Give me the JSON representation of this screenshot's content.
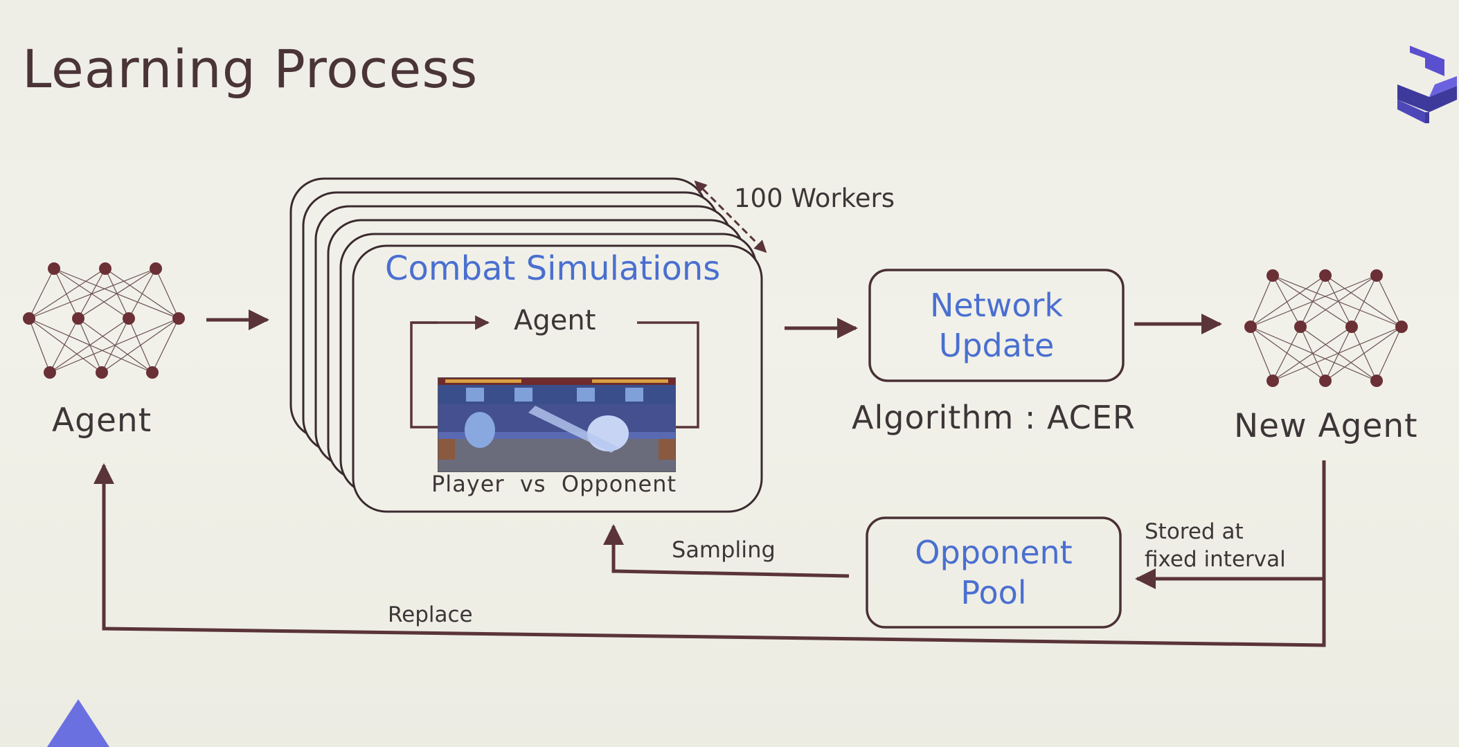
{
  "slide": {
    "title": "Learning Process"
  },
  "diagram": {
    "agent_label": "Agent",
    "workers_label": "100 Workers",
    "simulation": {
      "title": "Combat Simulations",
      "inner_agent_label": "Agent",
      "matchup_label": "Player  vs  Opponent"
    },
    "network_update": {
      "label_line1": "Network",
      "label_line2": "Update"
    },
    "algorithm_label": "Algorithm : ACER",
    "new_agent_label": "New Agent",
    "opponent_pool": {
      "label_line1": "Opponent",
      "label_line2": "Pool"
    },
    "sampling_label": "Sampling",
    "stored_label_line1": "Stored at",
    "stored_label_line2": "fixed interval",
    "replace_label": "Replace"
  },
  "colors": {
    "arrow": "#5a3438",
    "box_border": "#4a3034",
    "accent_blue": "#4a6fd0",
    "text": "#3d3537",
    "logo_blue": "#5a4fcf"
  }
}
